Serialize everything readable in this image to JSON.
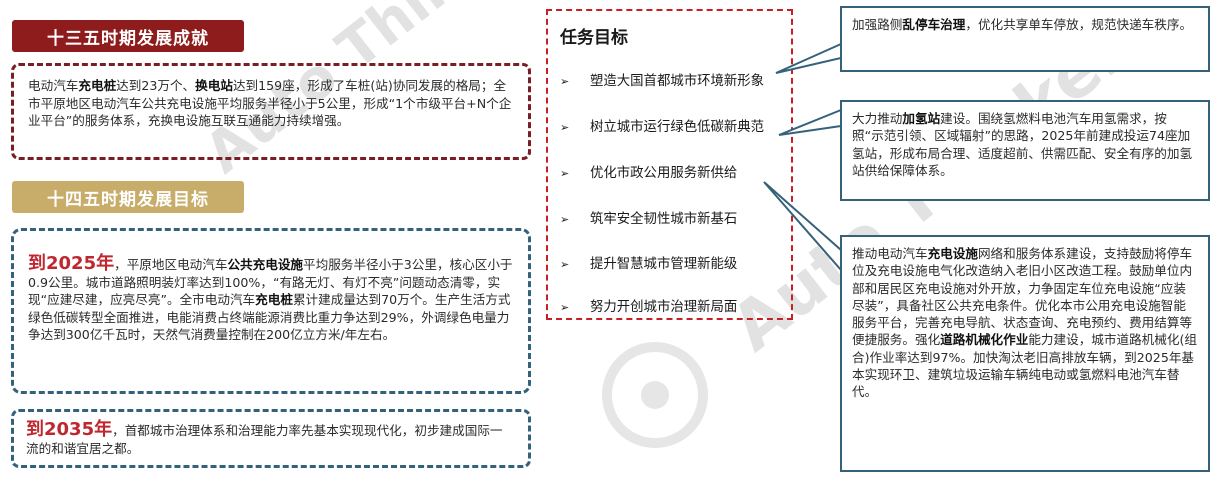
{
  "watermark": {
    "text": "Auto Thinker",
    "icon": "logo-watermark-icon"
  },
  "section_13": {
    "title": "十三五时期发展成就",
    "parts": [
      "电动汽车",
      "充电桩",
      "达到23万个、",
      "换电站",
      "达到159座，形成了车桩(站)协同发展的格局；全市平原地区电动汽车公共充电设施平均服务半径小于5公里，形成“1个市级平台+N个企业平台”的服务体系，充换电设施互联互通能力持续增强。"
    ]
  },
  "section_14": {
    "title": "十四五时期发展目标",
    "goal_2025": {
      "year": "到2025年",
      "parts": [
        "，平原地区电动汽车",
        "公共充电设施",
        "平均服务半径小于3公里，核心区小于0.9公里。城市道路照明装灯率达到100%，“有路无灯、有灯不亮”问题动态清零，实现“应建尽建，应亮尽亮”。全市电动汽车",
        "充电桩",
        "累计建成量达到70万个。生产生活方式绿色低碳转型全面推进，电能消费占终端能源消费比重力争达到29%，外调绿色电量力争达到300亿千瓦时，天然气消费量控制在200亿立方米/年左右。"
      ]
    },
    "goal_2035": {
      "year": "到2035年",
      "text": "，首都城市治理体系和治理能力率先基本实现现代化，初步建成国际一流的和谐宜居之都。"
    }
  },
  "tasks": {
    "title": "任务目标",
    "bullet": "➢",
    "items": [
      "塑造大国首都城市环境新形象",
      "树立城市运行绿色低碳新典范",
      "优化市政公用服务新供给",
      "筑牢安全韧性城市新基石",
      "提升智慧城市管理新能级",
      "努力开创城市治理新局面"
    ]
  },
  "callouts": {
    "parking": {
      "parts": [
        "加强路侧",
        "乱停车治理",
        "，优化共享单车停放，规范快递车秩序。"
      ]
    },
    "hydrogen": {
      "parts": [
        "大力推动",
        "加氢站",
        "建设。围绕氢燃料电池汽车用氢需求，按照“示范引领、区域辐射”的思路，2025年前建成投运74座加氢站，形成布局合理、适度超前、供需匹配、安全有序的加氢站供给保障体系。"
      ]
    },
    "charging": {
      "parts": [
        "推动电动汽车",
        "充电设施",
        "网络和服务体系建设，支持鼓励将停车位及充电设施电气化改造纳入老旧小区改造工程。鼓励单位内部和居民区充电设施对外开放，力争固定车位充电设施“应装尽装”，具备社区公共充电条件。优化本市公用充电设施智能服务平台，完善充电导航、状态查询、充电预约、费用结算等便捷服务。强化",
        "道路机械化作业",
        "能力建设，城市道路机械化(组合)作业率达到97%。加快淘汰老旧高排放车辆，到2025年基本实现环卫、建筑垃圾运输车辆纯电动或氢燃料电池汽车替代。"
      ]
    }
  },
  "colors": {
    "dark_red": "#8e1c1c",
    "gold": "#c8ad6a",
    "teal": "#34627a",
    "accent_red": "#c0262e",
    "task_border": "#c81f25"
  }
}
